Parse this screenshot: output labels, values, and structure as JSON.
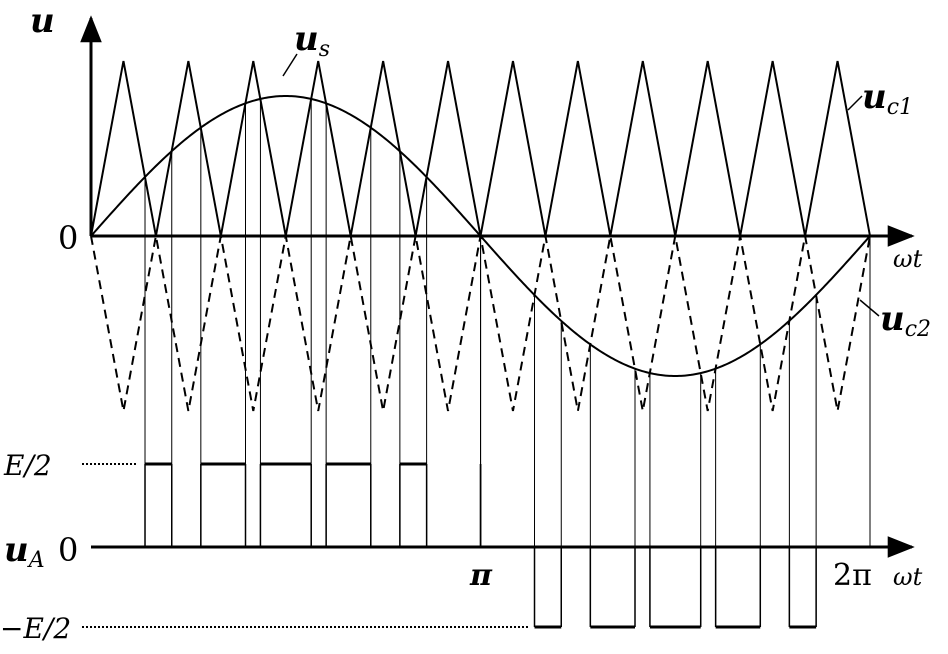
{
  "diagram": {
    "upper_y_axis_label": "u",
    "upper_origin_label": "0",
    "upper_x_axis_label": "ωt",
    "signal_label": "u",
    "signal_subscript": "s",
    "carrier1_label": "u",
    "carrier1_subscript": "c1",
    "carrier2_label": "u",
    "carrier2_subscript": "c2",
    "output_label": "u",
    "output_subscript": "A",
    "lower_origin_label": "0",
    "lower_x_axis_label": "ωt",
    "pos_level_label": "E/2",
    "neg_level_label": "−E/2",
    "pi_label": "π",
    "two_pi_label": "2π"
  },
  "pwm_signal": {
    "carrier_periods": 12,
    "modulation_index": 0.8,
    "positive_level": "E/2",
    "negative_level": "−E/2"
  }
}
